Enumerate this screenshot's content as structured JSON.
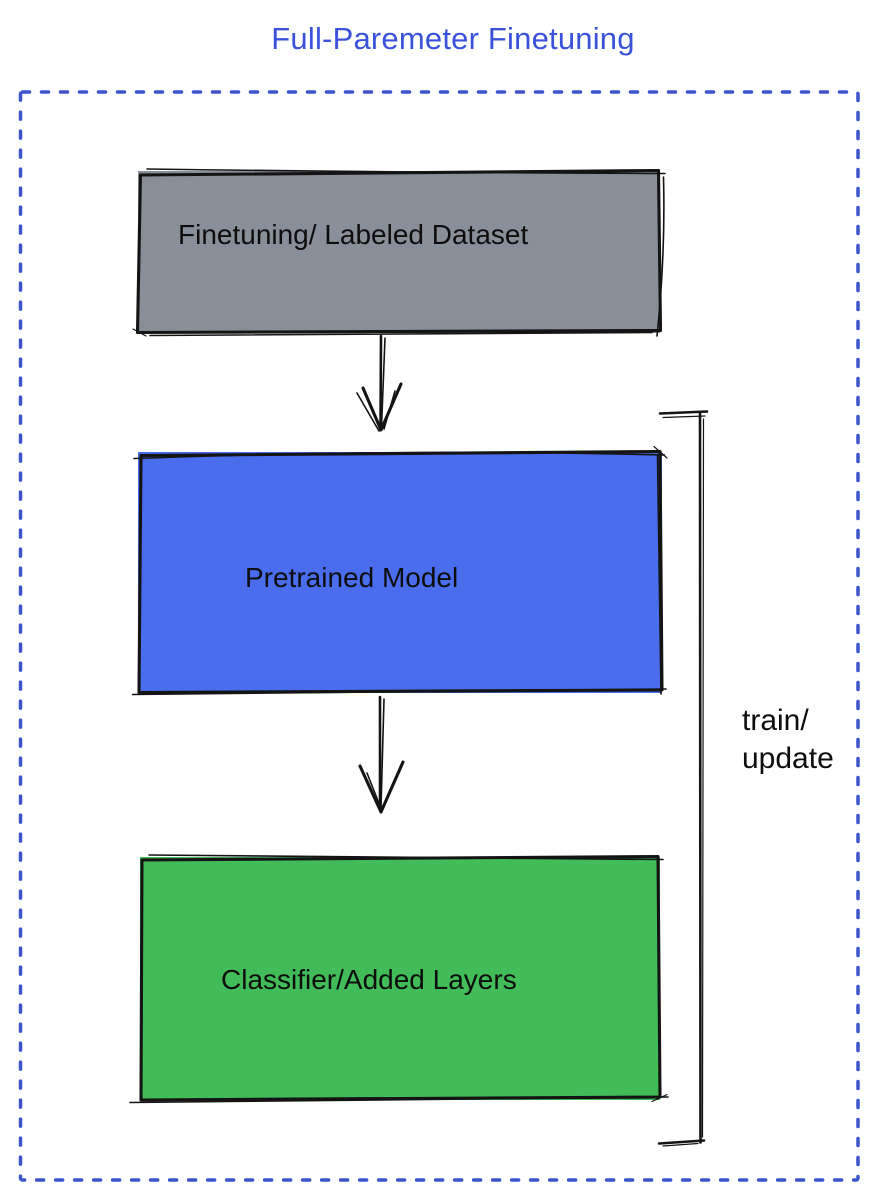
{
  "title": "Full-Paremeter Finetuning",
  "colors": {
    "title_blue": "#3A52DA",
    "dashed_blue": "#3C55CC",
    "ink": "#141414",
    "label_ink": "#0D0D0D",
    "canvas_white": "#FFFFFF"
  },
  "boxes": {
    "dataset": {
      "label": "Finetuning/ Labeled Dataset",
      "fill": "#888F99"
    },
    "pretrained": {
      "label": "Pretrained Model",
      "fill": "#4A6DEE"
    },
    "classifier": {
      "label": "Classifier/Added Layers",
      "fill": "#41BC58"
    }
  },
  "arrows": [
    {
      "from": "dataset",
      "to": "pretrained"
    },
    {
      "from": "pretrained",
      "to": "classifier"
    }
  ],
  "bracket": {
    "label_lines": [
      "train/",
      "update"
    ],
    "spans": "pretrained-and-classifier"
  }
}
